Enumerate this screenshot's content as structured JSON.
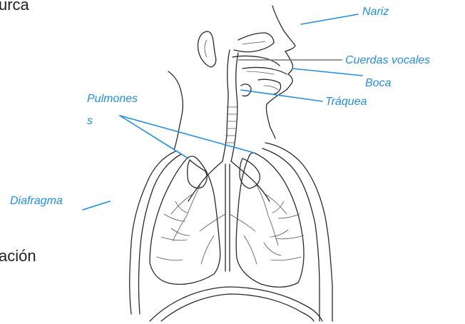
{
  "background_text": {
    "top_fragment": "urca",
    "bottom_fragment": "ación"
  },
  "labels": {
    "nariz": "Nariz",
    "cuerdas_vocales": "Cuerdas vocales",
    "boca": "Boca",
    "traquea": "Tráquea",
    "pulmones_line1": "Pulmones",
    "pulmones_line2": "s",
    "diafragma": "Diafragma"
  },
  "colors": {
    "label_color": "#1f8fe6",
    "ink_color": "#2a2a2a",
    "background": "#ffffff"
  }
}
